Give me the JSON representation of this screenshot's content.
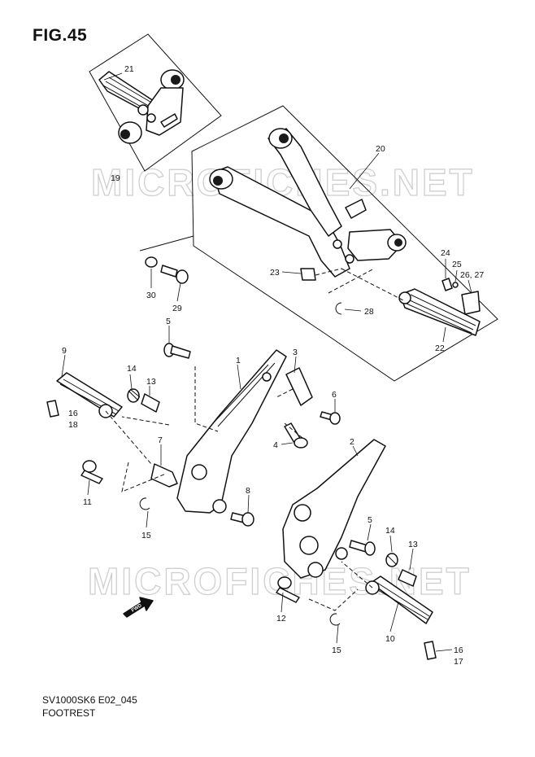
{
  "figure": {
    "title": "FIG.45"
  },
  "watermark": "MICROFICHES.NET",
  "footer": {
    "code": "SV1000SK6 E02_045",
    "name": "FOOTREST"
  },
  "direction_arrow": {
    "label": "FWD"
  },
  "callouts": {
    "c1": "1",
    "c2": "2",
    "c3": "3",
    "c4": "4",
    "c5a": "5",
    "c5b": "5",
    "c6": "6",
    "c7": "7",
    "c8": "8",
    "c9": "9",
    "c10": "10",
    "c11": "11",
    "c12": "12",
    "c13a": "13",
    "c13b": "13",
    "c14a": "14",
    "c14b": "14",
    "c15a": "15",
    "c15b": "15",
    "c16a": "16",
    "c16b": "16",
    "c17": "17",
    "c18": "18",
    "c19": "19",
    "c20": "20",
    "c21": "21",
    "c22": "22",
    "c23": "23",
    "c24": "24",
    "c25": "25",
    "c26_27": "26, 27",
    "c28": "28",
    "c29": "29",
    "c30": "30"
  }
}
